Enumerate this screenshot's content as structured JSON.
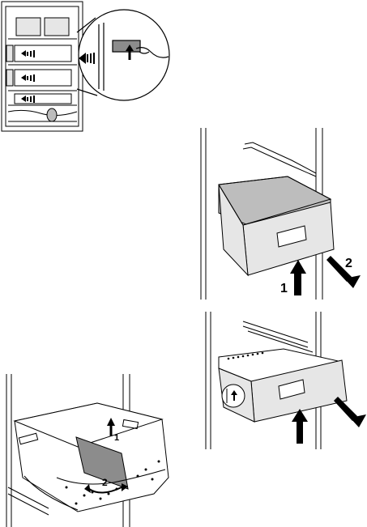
{
  "step_labels": {
    "drawer_lift": "1",
    "drawer_pull": "2",
    "divider_lift": "1",
    "divider_rotate": "2"
  },
  "icons": {
    "fridge": "fridge-interior-icon",
    "magnifier": "detail-magnifier-icon",
    "arrow_up": "arrow-up-icon",
    "arrow_diagonal": "arrow-diagonal-icon",
    "arrow_rotate": "arrow-rotate-icon",
    "slide_left": "slide-left-icon"
  },
  "colors": {
    "line": "#000000",
    "fill_light": "#e6e6e6",
    "fill_mid": "#bdbdbd",
    "fill_dark": "#8c8c8c",
    "background": "#ffffff"
  }
}
